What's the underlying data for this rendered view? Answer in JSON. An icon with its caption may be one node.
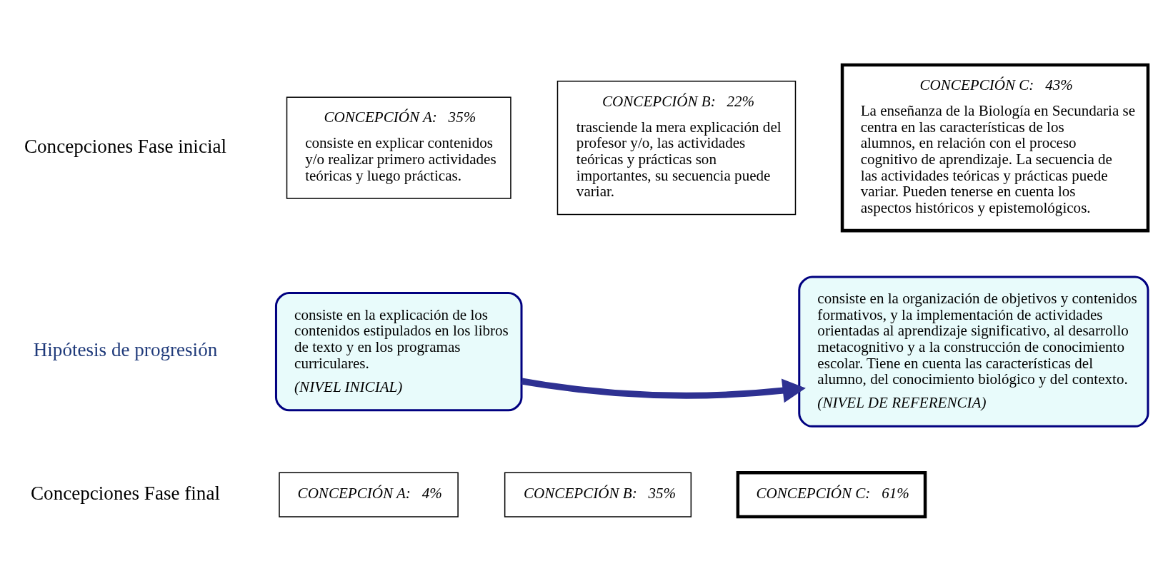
{
  "diagram": {
    "nodes": [
      {
        "text": [
          "CONCEPCIÓN A:   35%",
          "consiste en explicar contenidos y/o realizar primero actividades teóricas y luego prácticas."
        ]
      },
      {
        "text": [
          "CONCEPCIÓN B:   22%",
          "trasciende la mera explicación del profesor y/o, las actividades teóricas y prácticas son importantes, su secuencia puede variar."
        ]
      },
      {
        "text": [
          "CONCEPCIÓN C:   43%",
          "La enseñanza de la Biología en Secundaria se centra en las características de los alumnos, en relación con el proceso cognitivo de aprendizaje. La secuencia de las actividades teóricas y prácticas puede variar. Pueden tenerse en cuenta los aspectos históricos y epistemológicos."
        ]
      },
      {
        "text": [
          "consiste en la explicación de los contenidos estipulados en los libros de texto y en los programas curriculares.",
          "(NIVEL INICIAL)"
        ]
      },
      {
        "text": [
          "consiste en la organización de objetivos y contenidos formativos, y la implementación de actividades orientadas al aprendizaje significativo, al desarrollo metacognitivo y a la construcción de conocimiento escolar. Tiene en cuenta las características del alumno, del conocimiento biológico y del contexto.",
          "(NIVEL DE REFERENCIA)"
        ]
      },
      {
        "text": [
          "CONCEPCIÓN A:   4%"
        ]
      },
      {
        "text": [
          "CONCEPCIÓN B:   35%"
        ]
      },
      {
        "text": [
          "CONCEPCIÓN C:   61%"
        ]
      }
    ],
    "edges": [
      {
        "from": 3,
        "to": 4,
        "arrow": "to"
      }
    ],
    "labels": [
      "Concepciones Fase inicial",
      "Hipótesis de progresión",
      "Concepciones Fase final"
    ]
  }
}
